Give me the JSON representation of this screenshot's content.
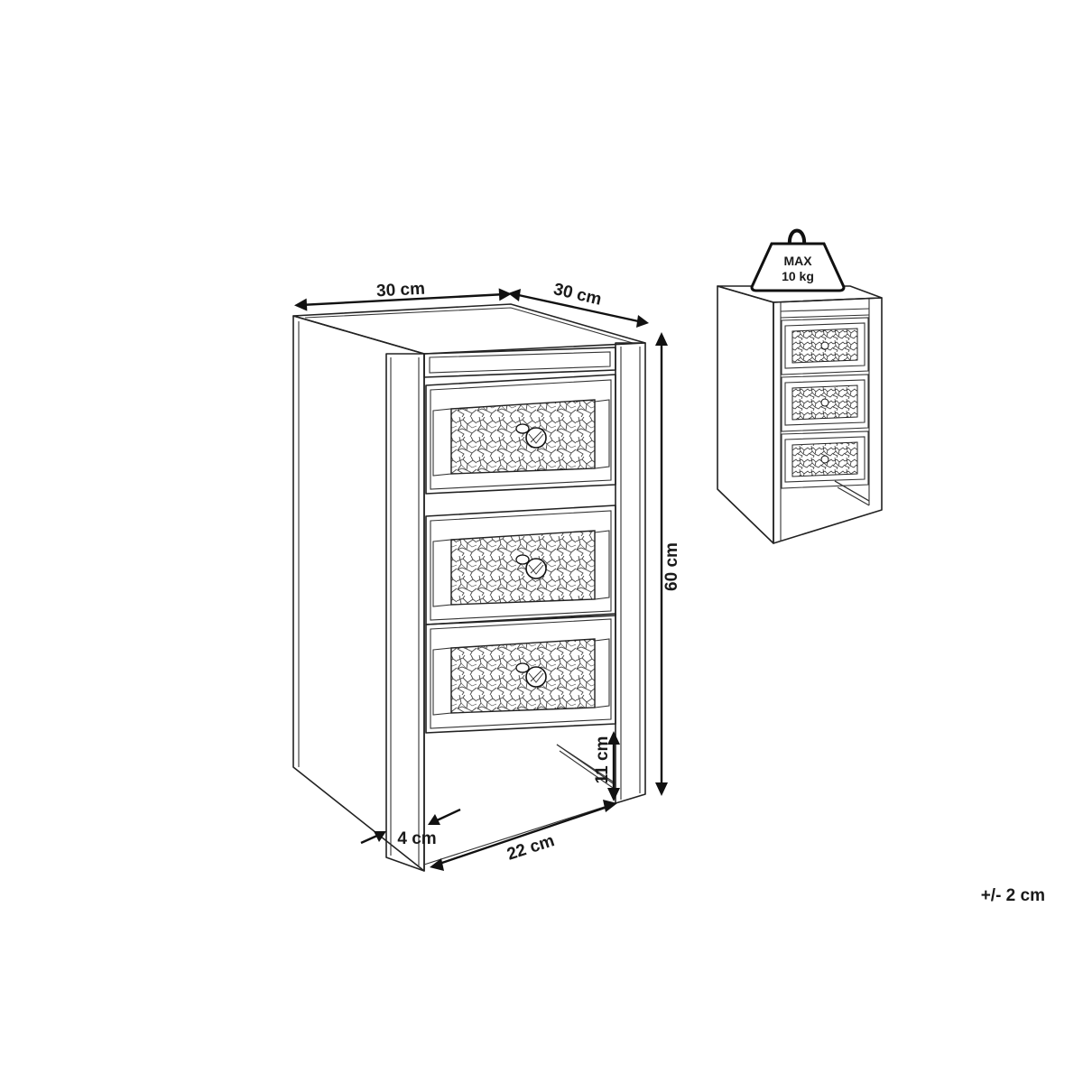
{
  "dimensions": {
    "width": "30 cm",
    "depth": "30 cm",
    "height": "60 cm",
    "leg_height": "11 cm",
    "leg_width": "4 cm",
    "inner_width": "22 cm"
  },
  "weight_badge": {
    "line1": "MAX",
    "line2": "10 kg"
  },
  "tolerance": "+/- 2 cm",
  "cabinet": {
    "drawer_count": 3
  },
  "colors": {
    "line": "#222222",
    "pattern": "#444444"
  }
}
